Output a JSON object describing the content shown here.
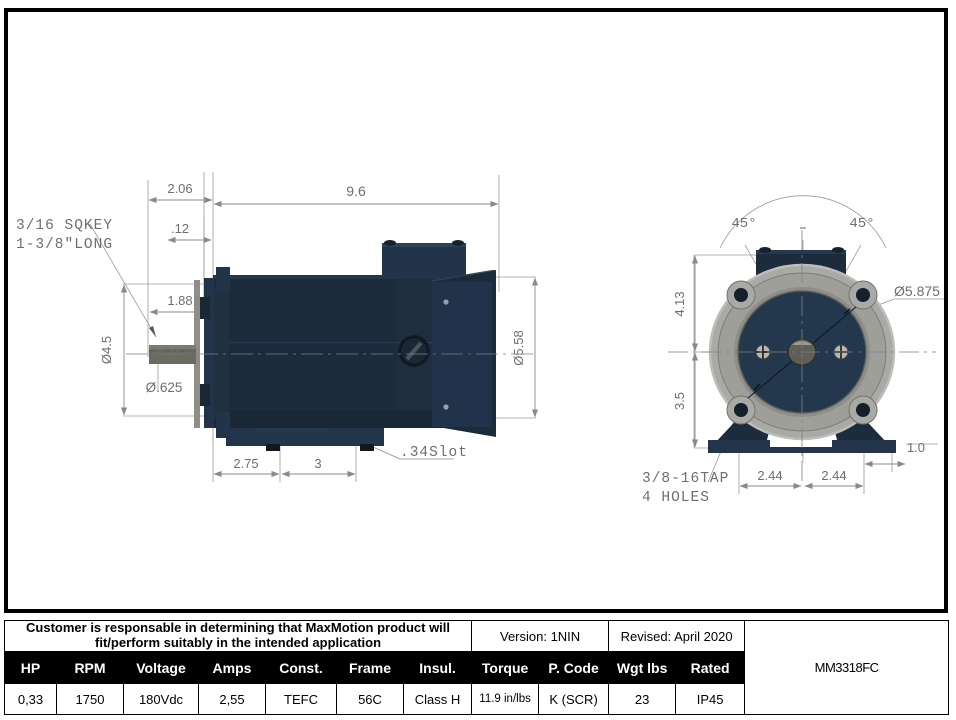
{
  "drawing": {
    "model": "MM3318FC",
    "side_view": {
      "dims": {
        "top_small": "2.06",
        "top_total": "9.6",
        "flange_thk": ".12",
        "shaft_len": "1.88",
        "flange_dia": "Ø4.5",
        "shaft_dia": "Ø.625",
        "body_dia": "Ø5.58",
        "foot_front": "2.75",
        "foot_span": "3"
      },
      "notes": {
        "key_line1": "3/16 SQKEY",
        "key_line2": "1-3/8\"LONG",
        "slot": ".34Slot"
      }
    },
    "end_view": {
      "dims": {
        "angle_left": "45°",
        "angle_right": "45°",
        "bolt_circle": "Ø5.875",
        "height_upper": "4.13",
        "height_lower": "3.5",
        "foot_left": "2.44",
        "foot_right": "2.44",
        "foot_edge": "1.0"
      },
      "notes": {
        "tap_line1": "3/8-16TAP",
        "tap_line2": "4 HOLES"
      }
    },
    "colors": {
      "body": "#1d2c3c",
      "body_light": "#24384a",
      "body_dark": "#16222e",
      "flange_gray": "#a9a9a5",
      "flange_gray_dark": "#8e8e88",
      "shaft_gray": "#6b6b60",
      "dim_line": "#8a8a8a",
      "dim_text": "#6e6e6e"
    }
  },
  "table": {
    "disclaimer": "Customer is responsable in determining that MaxMotion product will fit/perform suitably in the intended application",
    "version": "Version: 1NIN",
    "revised": "Revised: April 2020",
    "headers": [
      "HP",
      "RPM",
      "Voltage",
      "Amps",
      "Const.",
      "Frame",
      "Insul.",
      "Torque",
      "P. Code",
      "Wgt lbs",
      "Rated"
    ],
    "values": [
      "0,33",
      "1750",
      "180Vdc",
      "2,55",
      "TEFC",
      "56C",
      "Class H",
      "11.9 in/lbs",
      "K (SCR)",
      "23",
      "IP45"
    ]
  }
}
